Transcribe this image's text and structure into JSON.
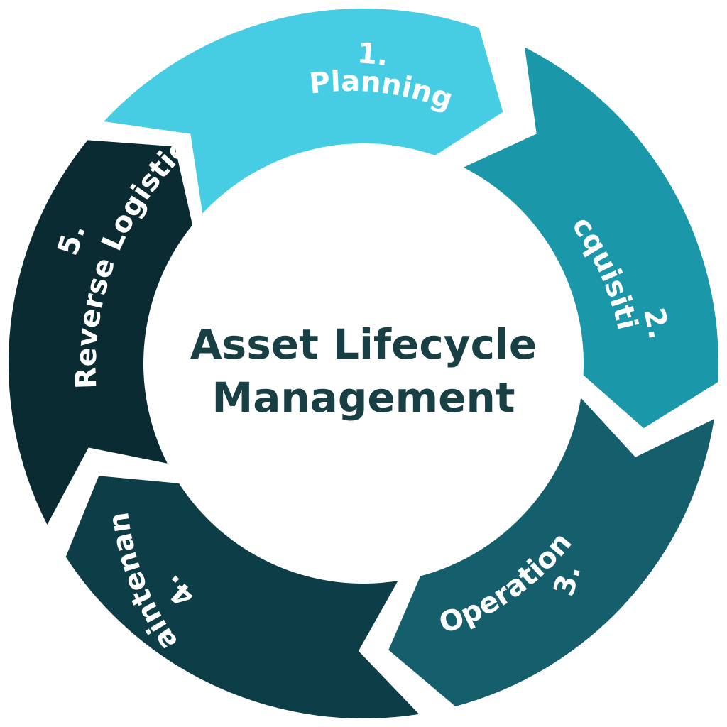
{
  "title": {
    "line1": "Asset Lifecycle",
    "line2": "Management"
  },
  "stages": [
    {
      "number": "1.",
      "label": "Planning",
      "color": "#46cde4"
    },
    {
      "number": "2.",
      "label": "Acquisition",
      "color": "#1a97a8"
    },
    {
      "number": "3.",
      "label": "Operation",
      "color": "#145f6b"
    },
    {
      "number": "4.",
      "label": "Maintenance",
      "color": "#0d3d47"
    },
    {
      "number": "5.",
      "label": "Reverse Logistics",
      "color": "#0b2b32"
    }
  ],
  "colors": {
    "title_text": "#173f44",
    "stage_text": "#ffffff",
    "background": "#ffffff"
  }
}
